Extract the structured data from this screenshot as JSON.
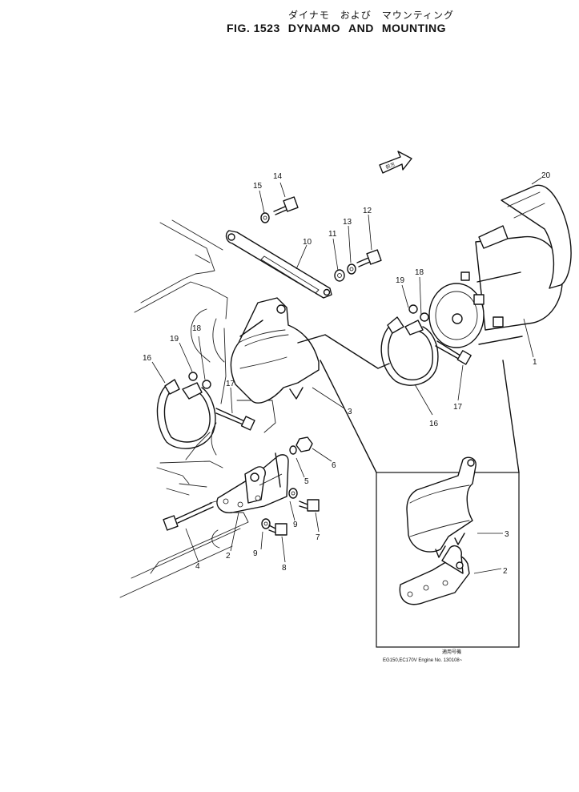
{
  "title": {
    "japanese": "ダイナモ　および　マウンティング",
    "fig_number": "FIG. 1523",
    "name_part1": "DYNAMO",
    "name_part2": "AND",
    "name_part3": "MOUNTING"
  },
  "direction_marker": "前方",
  "callouts": [
    "20",
    "14",
    "15",
    "12",
    "13",
    "11",
    "10",
    "18",
    "19",
    "1",
    "16",
    "17",
    "3",
    "19",
    "18",
    "16",
    "17",
    "6",
    "5",
    "9",
    "7",
    "9",
    "8",
    "2",
    "4",
    "3",
    "2"
  ],
  "inset": {
    "caption_jp": "適用号機",
    "caption_models": "EG150,EC170V  Engine  No. 130108~"
  }
}
